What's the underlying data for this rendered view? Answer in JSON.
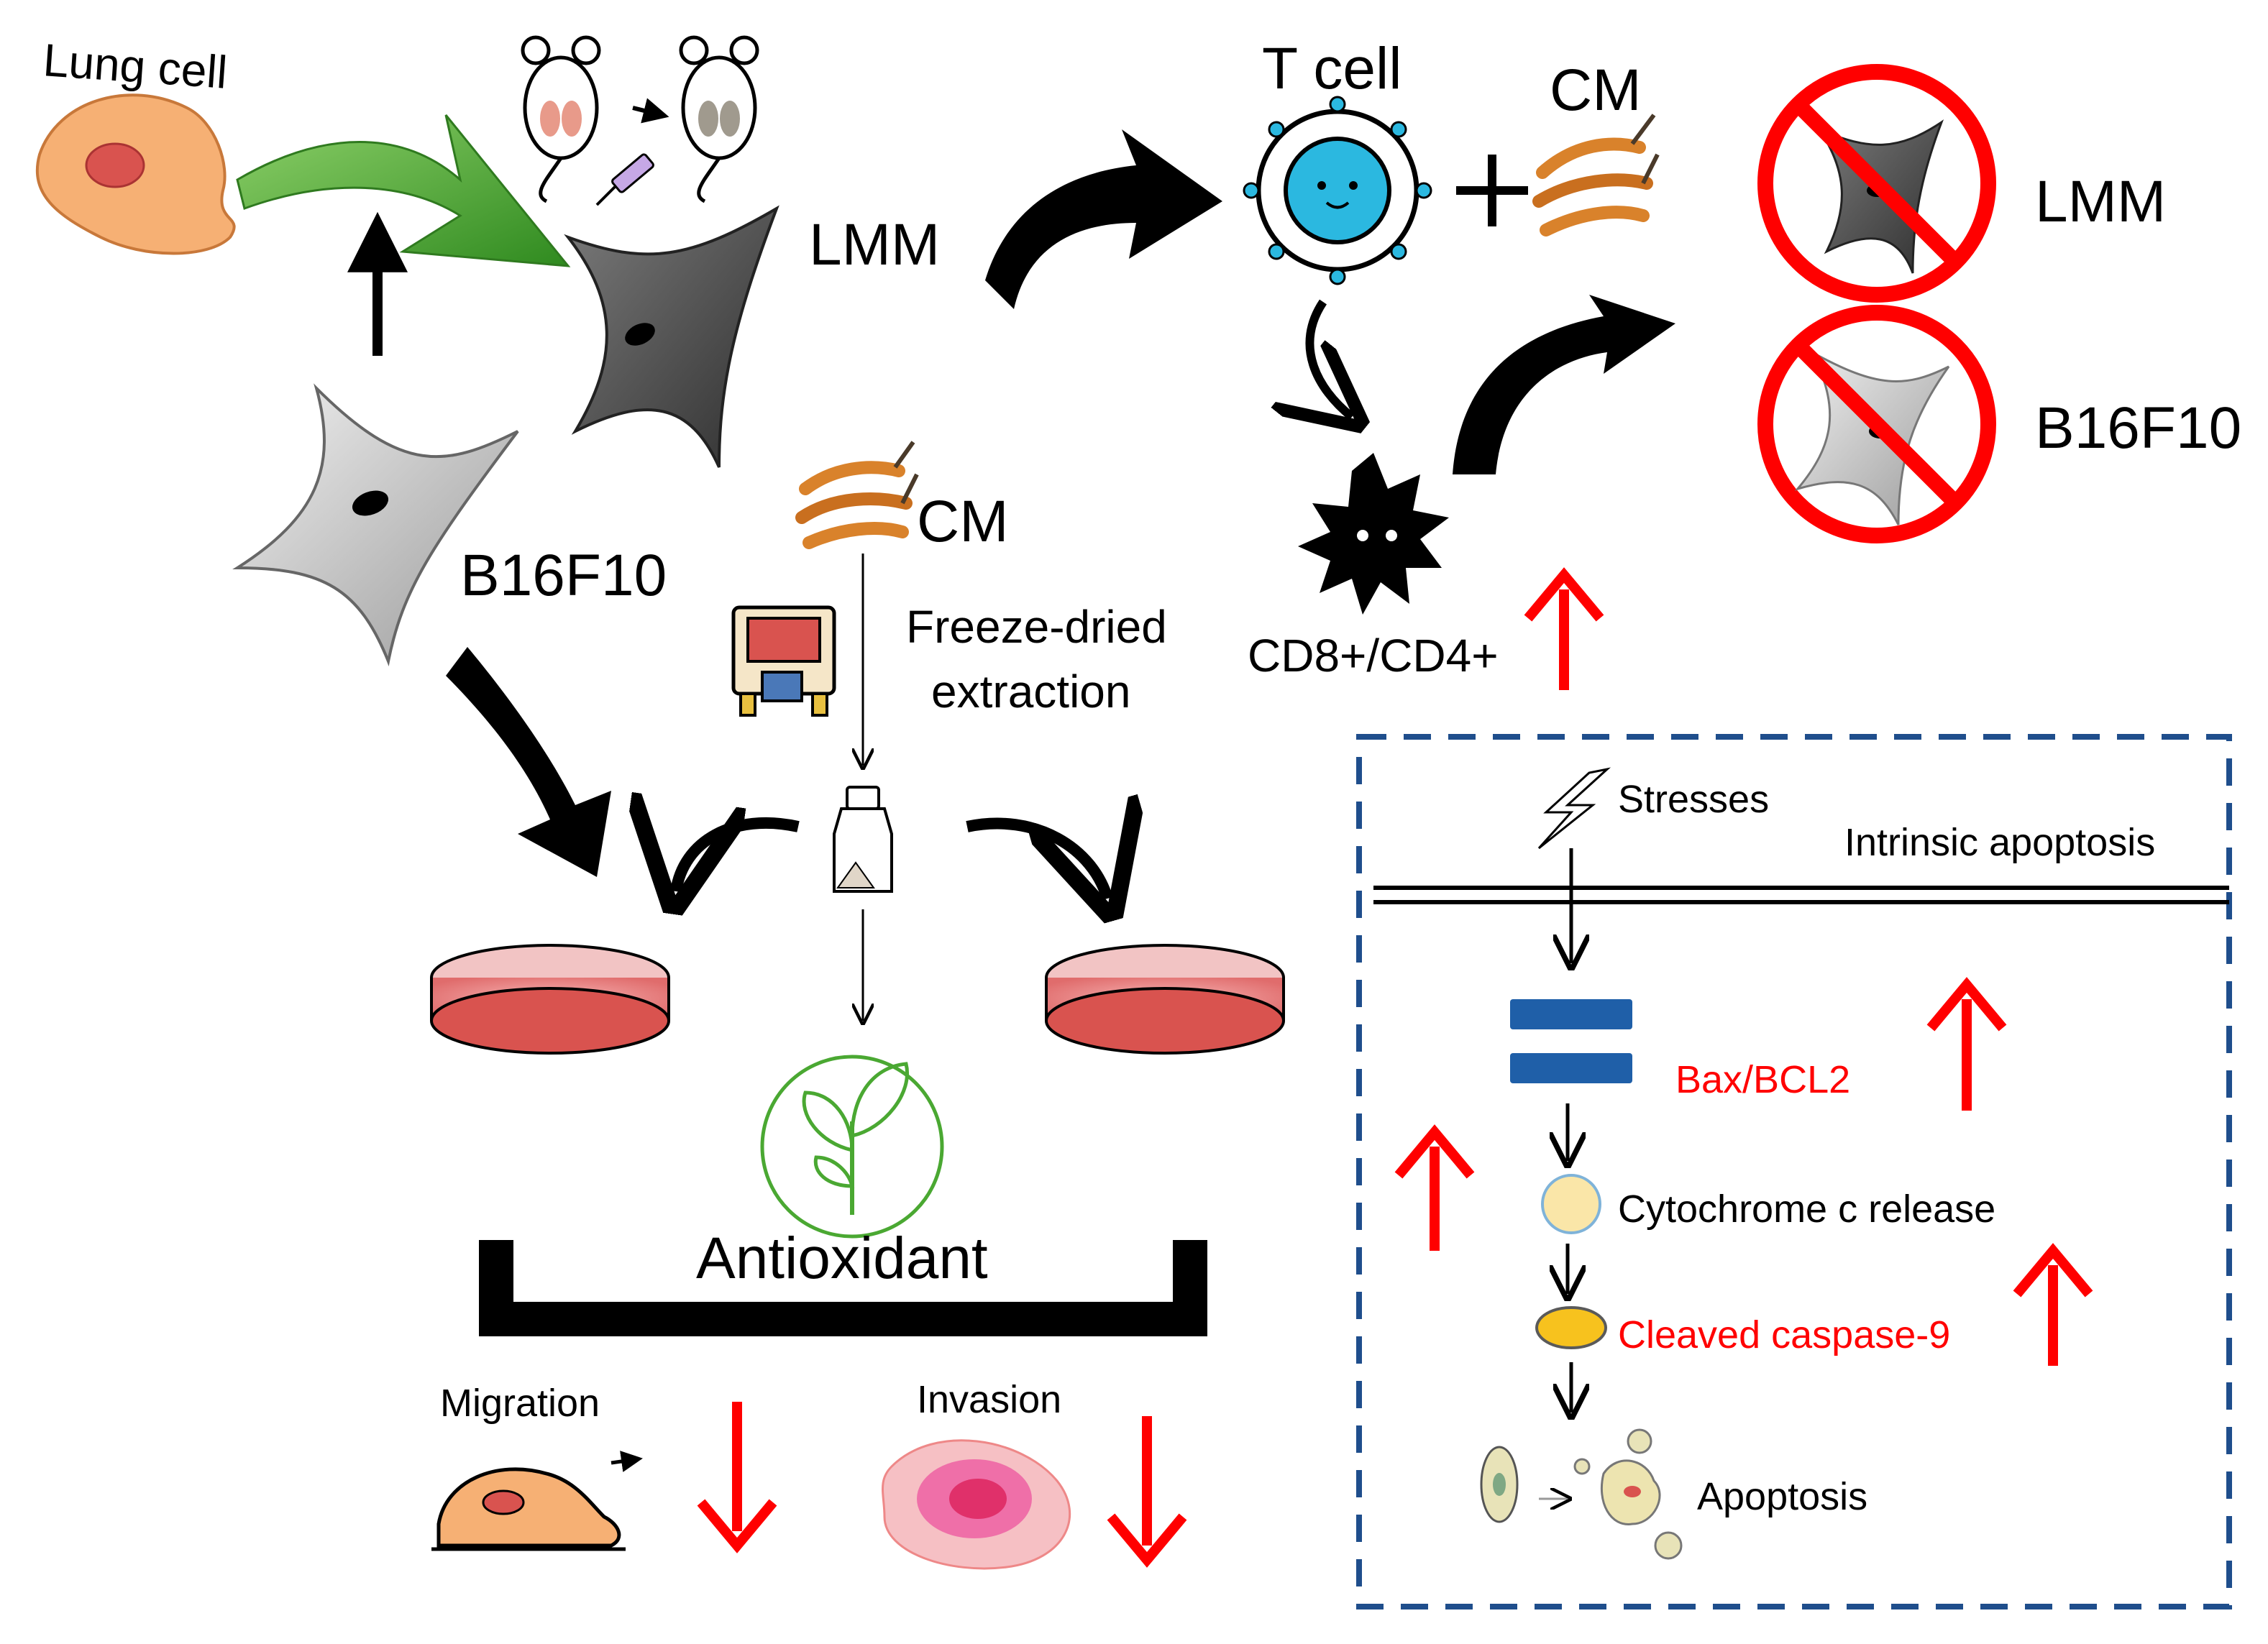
{
  "labels": {
    "lung_cell": "Lung cell",
    "lmm": "LMM",
    "b16f10": "B16F10",
    "t_cell": "T cell",
    "cm_top": "CM",
    "cm_mid": "CM",
    "freeze_dried_line1": "Freeze-dried",
    "freeze_dried_line2": "extraction",
    "cd8_cd4": "CD8+/CD4+",
    "lmm_blocked": "LMM",
    "b16f10_blocked": "B16F10",
    "antioxidant": "Antioxidant",
    "migration": "Migration",
    "invasion": "Invasion"
  },
  "apoptosis_panel": {
    "stresses": "Stresses",
    "intrinsic_apoptosis": "Intrinsic apoptosis",
    "bax_bcl2": "Bax/BCL2",
    "cytochrome_c": "Cytochrome c release",
    "cleaved_caspase9": "Cleaved caspase-9",
    "apoptosis": "Apoptosis"
  },
  "colors": {
    "up_down_arrows": "#ff0000",
    "panel_border": "#1f4e8c",
    "bax_bar": "#1f5fa8",
    "lmm_cell": "#505050",
    "b16f10_cell": "#c8c8c8",
    "lung_cell": "#f6b074",
    "green_arrow": "#4aa832",
    "cm_fungus": "#d9822b",
    "t_cell_core": "#2bb8e0"
  }
}
